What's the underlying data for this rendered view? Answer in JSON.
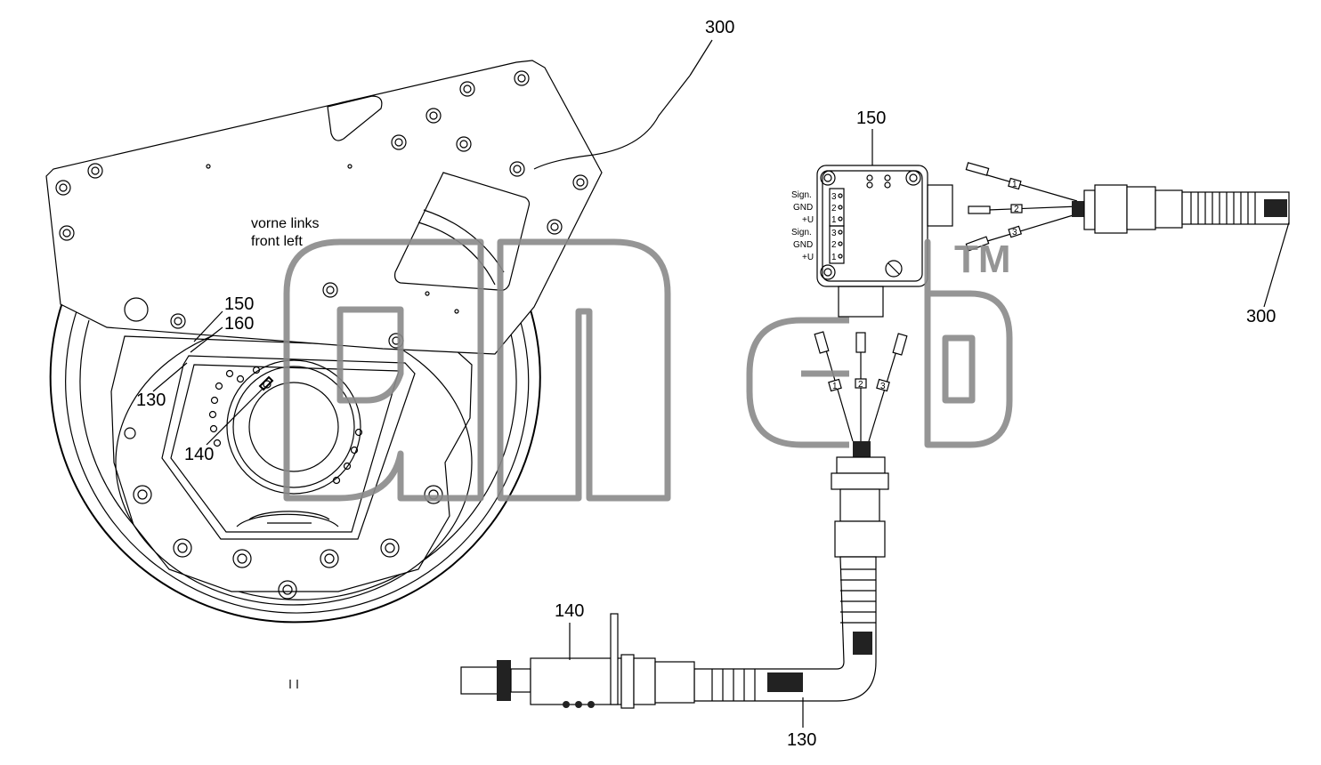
{
  "diagram": {
    "callouts": {
      "c300_top": "300",
      "c300_right": "300",
      "c150_top": "150",
      "c150_left": "150",
      "c160": "160",
      "c130_left": "130",
      "c130_bottom": "130",
      "c140_left": "140",
      "c140_bottom": "140"
    },
    "notes": {
      "vorne_links": "vorne links",
      "front_left": "front left"
    },
    "pin_labels": {
      "sign_a": "Sign.",
      "gnd_a": "GND",
      "u_a": "+U",
      "sign_b": "Sign.",
      "gnd_b": "GND",
      "u_b": "+U"
    },
    "pin_numbers": {
      "p3a": "3",
      "p2a": "2",
      "p1a": "1",
      "p3b": "3",
      "p2b": "2",
      "p1b": "1"
    },
    "wire_markers": {
      "m1": "1",
      "m2": "2",
      "m3": "3",
      "n1": "1",
      "n2": "2",
      "n3": "3"
    },
    "watermark": {
      "text": "amcb",
      "trademark": "TM",
      "color": "#8a8a8a"
    }
  }
}
